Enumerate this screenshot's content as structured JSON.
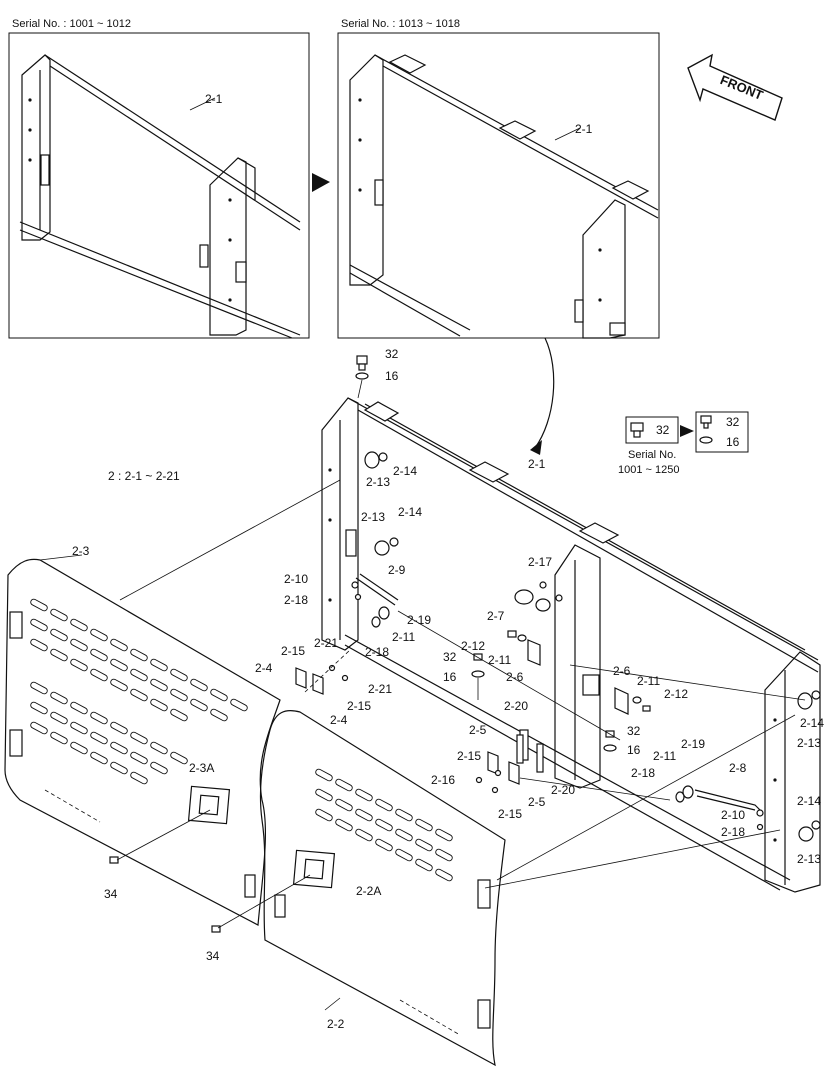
{
  "insets": {
    "left_caption": "Serial No. : 1001 ~ 1012",
    "right_caption": "Serial No. : 1013 ~ 1018",
    "left_label": "2-1",
    "right_label": "2-1"
  },
  "front_label": "FRONT",
  "assembly_note": "2 : 2-1 ~ 2-21",
  "serial_box": {
    "old_part": "32",
    "new_parts": [
      "32",
      "16"
    ],
    "caption_line1": "Serial No.",
    "caption_line2": "1001 ~ 1250"
  },
  "labels": {
    "l32_top": "32",
    "l16_top": "16",
    "l2_1_main": "2-1",
    "l2_14_a": "2-14",
    "l2_13_a": "2-13",
    "l2_13_b": "2-13",
    "l2_14_b": "2-14",
    "l2_3": "2-3",
    "l2_10_a": "2-10",
    "l2_9": "2-9",
    "l2_18_a": "2-18",
    "l2_19_a": "2-19",
    "l2_11_a": "2-11",
    "l2_18_b": "2-18",
    "l2_17": "2-17",
    "l2_7": "2-7",
    "l2_12_a": "2-12",
    "l32_mid": "32",
    "l2_11_b": "2-11",
    "l16_mid": "16",
    "l2_6_a": "2-6",
    "l2_15_a": "2-15",
    "l2_21_a": "2-21",
    "l2_4_a": "2-4",
    "l2_21_b": "2-21",
    "l2_15_b": "2-15",
    "l2_4_b": "2-4",
    "l2_6_b": "2-6",
    "l2_11_c": "2-11",
    "l2_12_b": "2-12",
    "l2_5_a": "2-5",
    "l2_20_a": "2-20",
    "l2_15_c": "2-15",
    "l2_16": "2-16",
    "l2_15_d": "2-15",
    "l2_5_b": "2-5",
    "l2_20_b": "2-20",
    "l32_right": "32",
    "l16_right": "16",
    "l2_19_b": "2-19",
    "l2_11_d": "2-11",
    "l2_18_c": "2-18",
    "l2_8": "2-8",
    "l2_14_c": "2-14",
    "l2_13_c": "2-13",
    "l2_14_d": "2-14",
    "l2_10_b": "2-10",
    "l2_18_d": "2-18",
    "l2_13_d": "2-13",
    "l2_3A": "2-3A",
    "l34_a": "34",
    "l2_2A": "2-2A",
    "l34_b": "34",
    "l2_2": "2-2"
  }
}
